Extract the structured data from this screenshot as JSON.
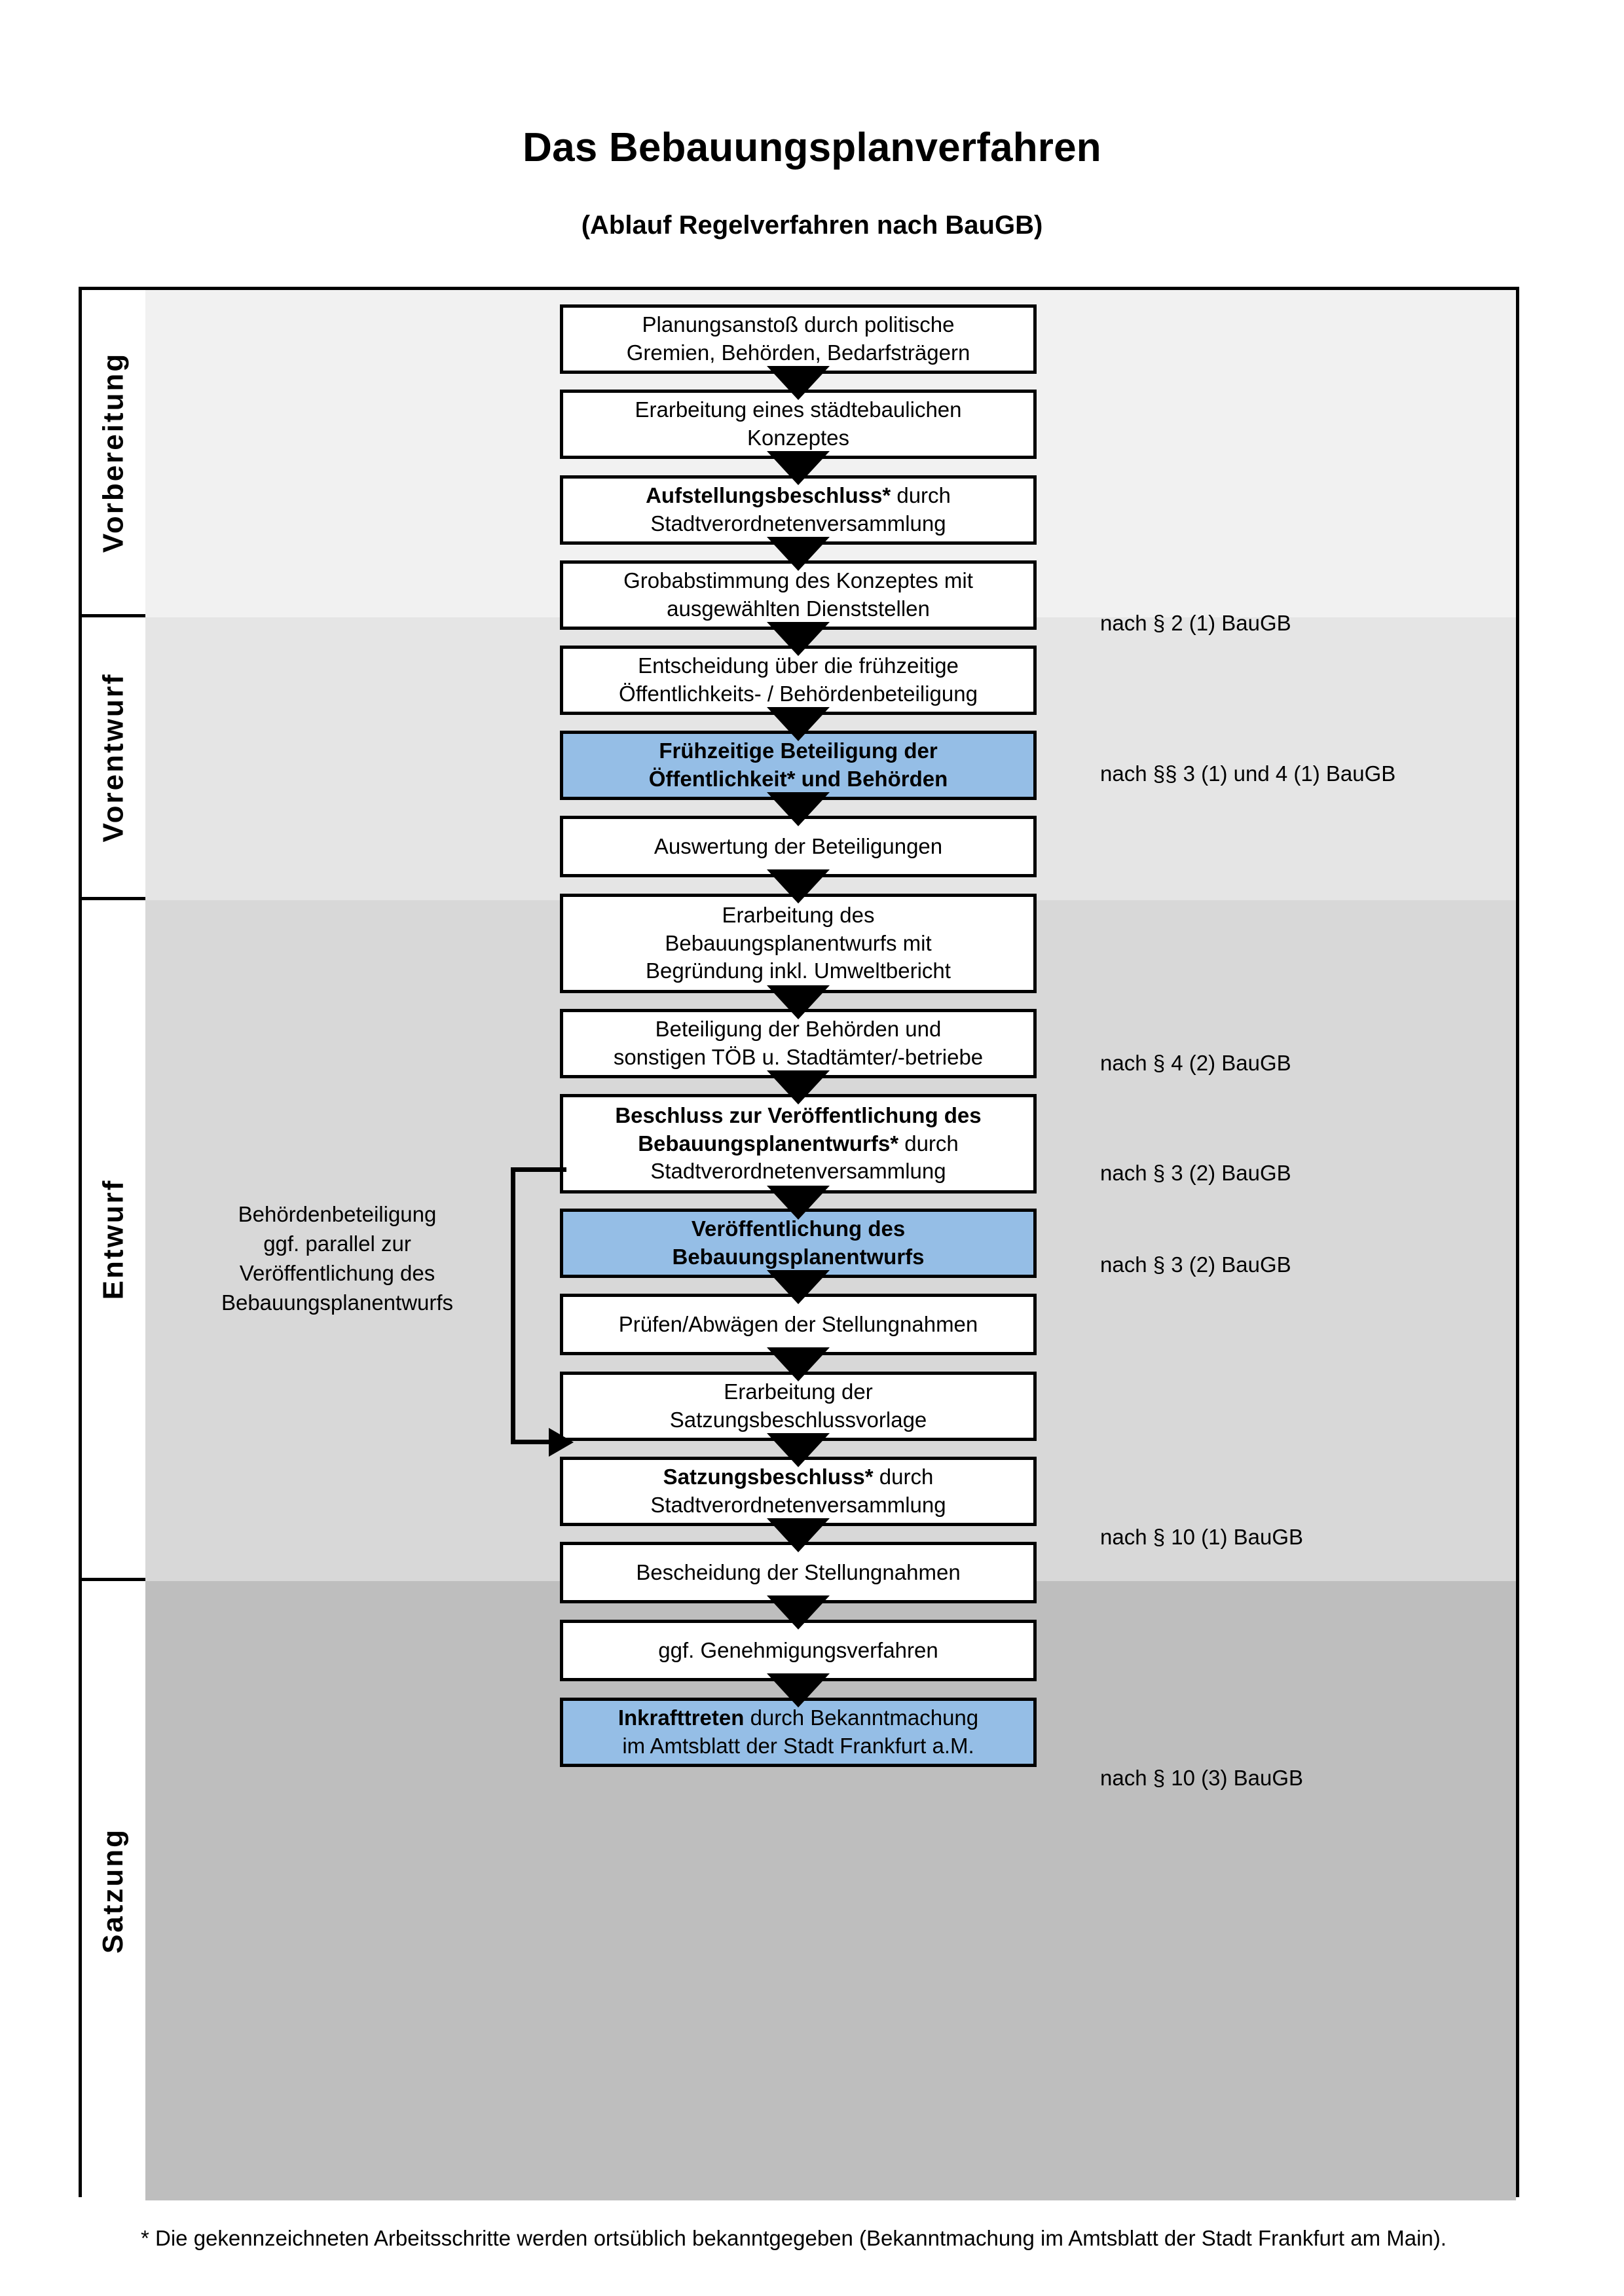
{
  "title": "Das Bebauungsplanverfahren",
  "subtitle": "(Ablauf Regelverfahren nach BauGB)",
  "phases": [
    {
      "label": "Vorbereitung",
      "band_color": "#f1f1f1"
    },
    {
      "label": "Vorentwurf",
      "band_color": "#e5e5e5"
    },
    {
      "label": "Entwurf",
      "band_color": "#d8d8d8"
    },
    {
      "label": "Satzung",
      "band_color": "#bebebe"
    }
  ],
  "colors": {
    "highlight_blue": "#95bee6",
    "border_black": "#000000",
    "page_white": "#ffffff"
  },
  "steps": [
    {
      "phase": "Vorbereitung",
      "line1": "Planungsanstoß durch politische",
      "line2": "Gremien, Behörden, Bedarfsträgern",
      "bold_lead": "",
      "highlight": false
    },
    {
      "phase": "Vorbereitung",
      "line1": "Erarbeitung eines städtebaulichen",
      "line2": "Konzeptes",
      "bold_lead": "",
      "highlight": false
    },
    {
      "phase": "Vorbereitung",
      "line1": "Aufstellungsbeschluss* durch",
      "line2": "Stadtverordnetenversammlung",
      "bold_lead": "Aufstellungsbeschluss*",
      "highlight": false
    },
    {
      "phase": "Vorentwurf",
      "line1": "Grobabstimmung des Konzeptes mit",
      "line2": "ausgewählten Dienststellen",
      "bold_lead": "",
      "highlight": false
    },
    {
      "phase": "Vorentwurf",
      "line1": "Entscheidung über die frühzeitige",
      "line2": "Öffentlichkeits- / Behördenbeteiligung",
      "bold_lead": "",
      "highlight": false
    },
    {
      "phase": "Vorentwurf",
      "line1": "Frühzeitige Beteiligung der",
      "line2": "Öffentlichkeit* und Behörden",
      "bold_lead": "ALL",
      "highlight": true
    },
    {
      "phase": "Entwurf",
      "line1": "Auswertung der Beteiligungen",
      "line2": "",
      "bold_lead": "",
      "highlight": false
    },
    {
      "phase": "Entwurf",
      "line1": "Erarbeitung des",
      "line2": "Bebauungsplanentwurfs mit",
      "line3": "Begründung inkl. Umweltbericht",
      "bold_lead": "",
      "highlight": false
    },
    {
      "phase": "Entwurf",
      "line1": "Beteiligung der Behörden und",
      "line2": "sonstigen TÖB u. Stadtämter/-betriebe",
      "bold_lead": "",
      "highlight": false
    },
    {
      "phase": "Entwurf",
      "line1": "Beschluss zur Veröffentlichung des",
      "line2": "Bebauungsplanentwurfs* durch",
      "line3": "Stadtverordnetenversammlung",
      "bold_lead": "Beschluss zur Veröffentlichung des Bebauungsplanentwurfs*",
      "highlight": false
    },
    {
      "phase": "Entwurf",
      "line1": "Veröffentlichung des",
      "line2": "Bebauungsplanentwurfs",
      "bold_lead": "ALL",
      "highlight": true
    },
    {
      "phase": "Satzung",
      "line1": "Prüfen/Abwägen der Stellungnahmen",
      "line2": "",
      "bold_lead": "",
      "highlight": false
    },
    {
      "phase": "Satzung",
      "line1": "Erarbeitung der",
      "line2": "Satzungsbeschlussvorlage",
      "bold_lead": "",
      "highlight": false
    },
    {
      "phase": "Satzung",
      "line1": "Satzungsbeschluss* durch",
      "line2": "Stadtverordnetenversammlung",
      "bold_lead": "Satzungsbeschluss*",
      "highlight": false
    },
    {
      "phase": "Satzung",
      "line1": "Bescheidung der Stellungnahmen",
      "line2": "",
      "bold_lead": "",
      "highlight": false
    },
    {
      "phase": "Satzung",
      "line1": "ggf. Genehmigungsverfahren",
      "line2": "",
      "bold_lead": "",
      "highlight": false
    },
    {
      "phase": "Satzung",
      "line1": "Inkrafttreten durch Bekanntmachung",
      "line2": "im Amtsblatt der Stadt Frankfurt a.M.",
      "bold_lead": "Inkrafttreten",
      "highlight": true
    }
  ],
  "law_notes": [
    {
      "text": "nach § 2 (1) BauGB",
      "for_step": 2
    },
    {
      "text": "nach §§ 3 (1) und 4 (1) BauGB",
      "for_step": 5
    },
    {
      "text": "nach § 4 (2) BauGB",
      "for_step": 8
    },
    {
      "text": "nach § 3 (2) BauGB",
      "for_step": 9
    },
    {
      "text": "nach § 3 (2) BauGB",
      "for_step": 10
    },
    {
      "text": "nach § 10 (1) BauGB",
      "for_step": 13
    },
    {
      "text": "nach § 10 (3) BauGB",
      "for_step": 16
    }
  ],
  "side_note": {
    "line1": "Behördenbeteiligung",
    "line2": "ggf. parallel zur",
    "line3": "Veröffentlichung des",
    "line4": "Bebauungsplanentwurfs"
  },
  "footnote": "* Die gekennzeichneten Arbeitsschritte werden ortsüblich bekanntgegeben (Bekanntmachung im Amtsblatt  der Stadt Frankfurt am Main)."
}
